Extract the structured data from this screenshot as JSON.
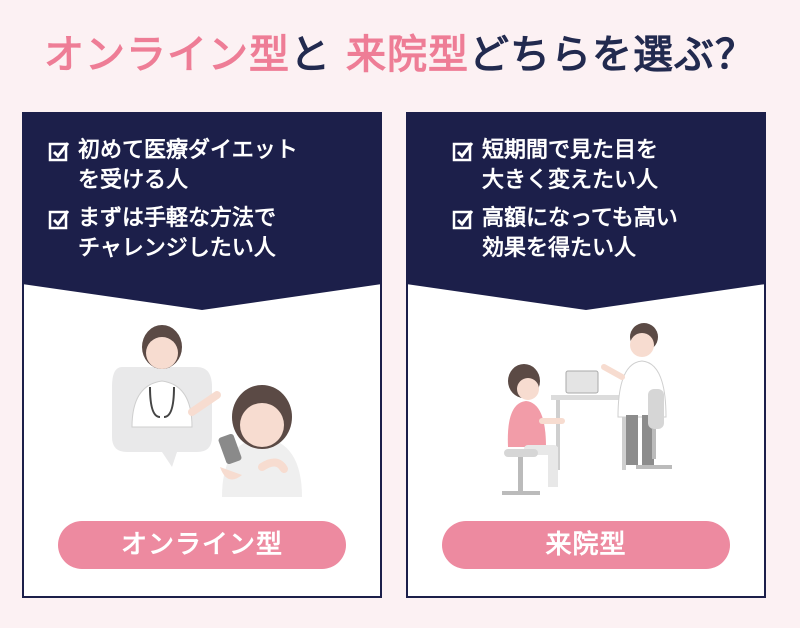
{
  "title": {
    "part1": "オンライン型",
    "part2": "と",
    "part3": "来院型",
    "part4": "どちらを選ぶ？"
  },
  "colors": {
    "accent_pink": "#ee7d96",
    "navy": "#1c1f4a",
    "background": "#fcf1f3"
  },
  "left_panel": {
    "checks": [
      {
        "text": "初めて医療ダイエット\nを受ける人",
        "icon": "checkbox-icon"
      },
      {
        "text": "まずは手軽な方法で\nチャレンジしたい人",
        "icon": "checkbox-icon"
      }
    ],
    "label": "オンライン型",
    "illustration": "doctor-video-call-illustration"
  },
  "right_panel": {
    "checks": [
      {
        "text": "短期間で見た目を\n大きく変えたい人",
        "icon": "checkbox-icon"
      },
      {
        "text": "高額になっても高い\n効果を得たい人",
        "icon": "checkbox-icon"
      }
    ],
    "label": "来院型",
    "illustration": "clinic-consultation-illustration"
  }
}
